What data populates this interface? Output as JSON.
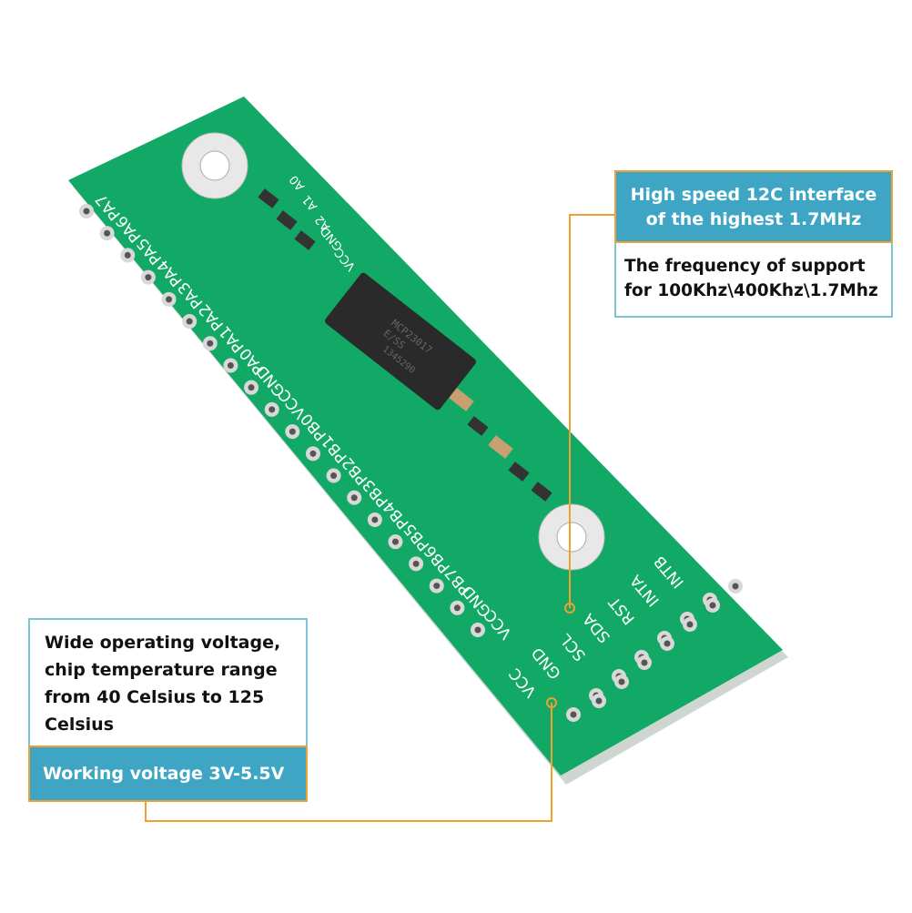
{
  "callouts": {
    "top": {
      "header_lines": [
        "High speed 12C interface",
        "of the highest 1.7MHz"
      ],
      "body_lines": [
        "The frequency of support",
        "for 100Khz\\400Khz\\1.7Mhz"
      ]
    },
    "bottom": {
      "body_lines": [
        "Wide operating voltage,",
        "chip temperature range",
        "from 40 Celsius to 125",
        "Celsius"
      ],
      "header": "Working voltage 3V-5.5V"
    }
  },
  "board": {
    "chip_marking": [
      "MCP23017",
      "E/SS",
      "1345290"
    ],
    "left_pin_labels": [
      "PA7",
      "PA6",
      "PA5",
      "PA4",
      "PA3",
      "PA2",
      "PA1",
      "PA0",
      "GND",
      "VCC",
      "PB0",
      "PB1",
      "PB2",
      "PB3",
      "PB4",
      "PB5",
      "PB6",
      "PB7",
      "GND",
      "VCC"
    ],
    "address_labels": [
      "A0",
      "A1",
      "A2",
      "GND",
      "VCC"
    ],
    "header_labels": [
      "VCC",
      "GND",
      "SCL",
      "SDA",
      "RST",
      "INTA",
      "INTB"
    ],
    "colors": {
      "pcb": "#10a864",
      "silk": "#ffffff",
      "accent": "#f0a030",
      "header_bg": "#3ea6c4"
    }
  }
}
